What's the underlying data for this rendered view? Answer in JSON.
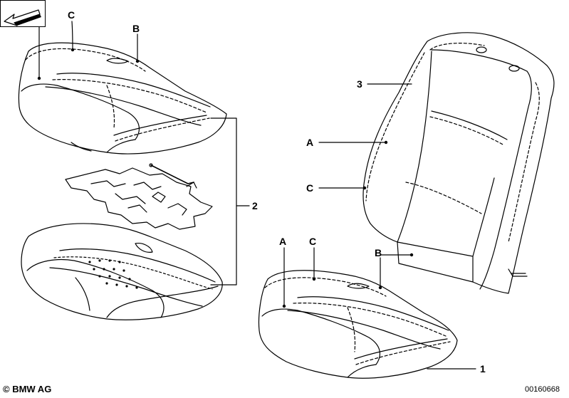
{
  "labels": {
    "top_a": "A",
    "top_c": "C",
    "top_b": "B",
    "part_2": "2",
    "part_3": "3",
    "back_a": "A",
    "back_c": "C",
    "bottom_a": "A",
    "bottom_c": "C",
    "bottom_b": "B",
    "part_1": "1"
  },
  "footer": {
    "copyright": "© BMW AG",
    "reference_number": "00160668"
  },
  "icons": {
    "nav_arrow": "arrow-down-left-icon"
  },
  "colors": {
    "line": "#000000",
    "background": "#ffffff"
  }
}
